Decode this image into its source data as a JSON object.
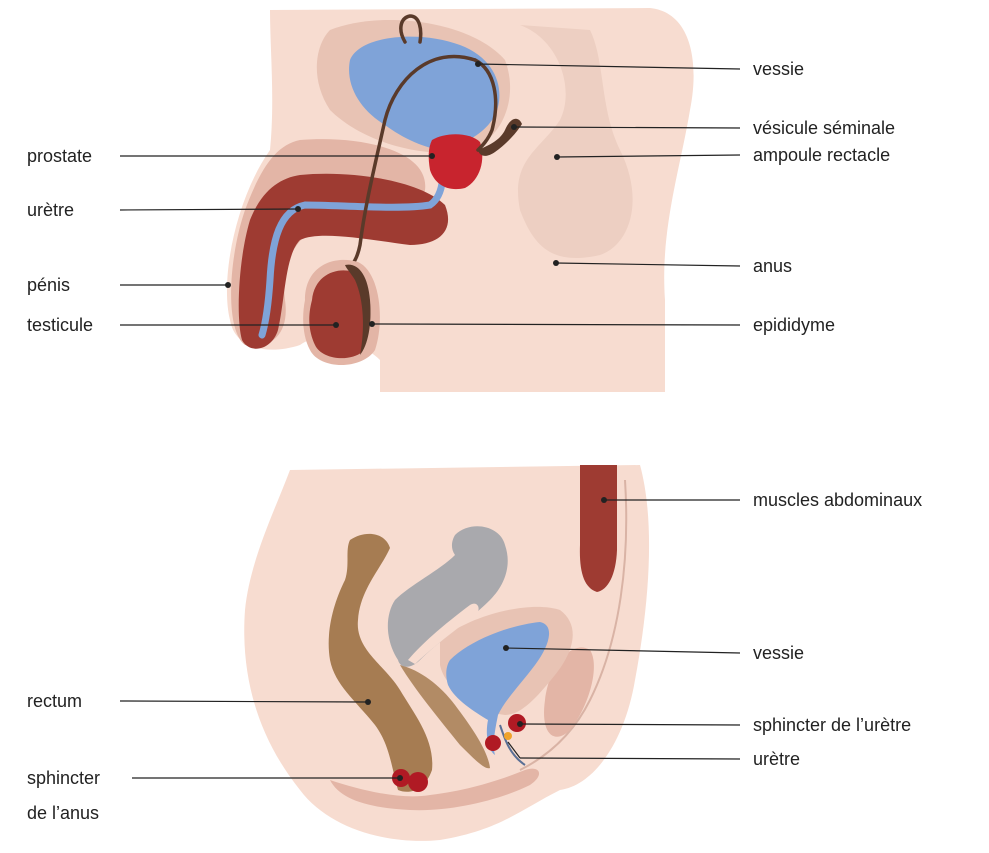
{
  "top_diagram": {
    "labels": {
      "vessie": "vessie",
      "vesicule_seminale": "vésicule séminale",
      "ampoule_rectale": "ampoule rectacle",
      "anus": "anus",
      "epididyme": "epididyme",
      "prostate": "prostate",
      "uretre": "urètre",
      "penis": "pénis",
      "testicule": "testicule"
    }
  },
  "bottom_diagram": {
    "labels": {
      "muscles_abdominaux": "muscles abdominaux",
      "vessie": "vessie",
      "sphincter_uretre": "sphincter de l’urètre",
      "uretre": "urètre",
      "rectum": "rectum",
      "sphincter_anus_line1": "sphincter",
      "sphincter_anus_line2": "de l’anus"
    }
  },
  "colors": {
    "skin": "#f7dcd0",
    "skin_shadow": "#e8c3b4",
    "bladder": "#7fa3d8",
    "penis": "#9e3b32",
    "prostate": "#c8242e",
    "vas_deferens": "#5a3a2a",
    "rectum": "#a67c52",
    "uterus": "#a9a9ad",
    "sphincter": "#b01a24",
    "muscle": "#9e3b32"
  }
}
